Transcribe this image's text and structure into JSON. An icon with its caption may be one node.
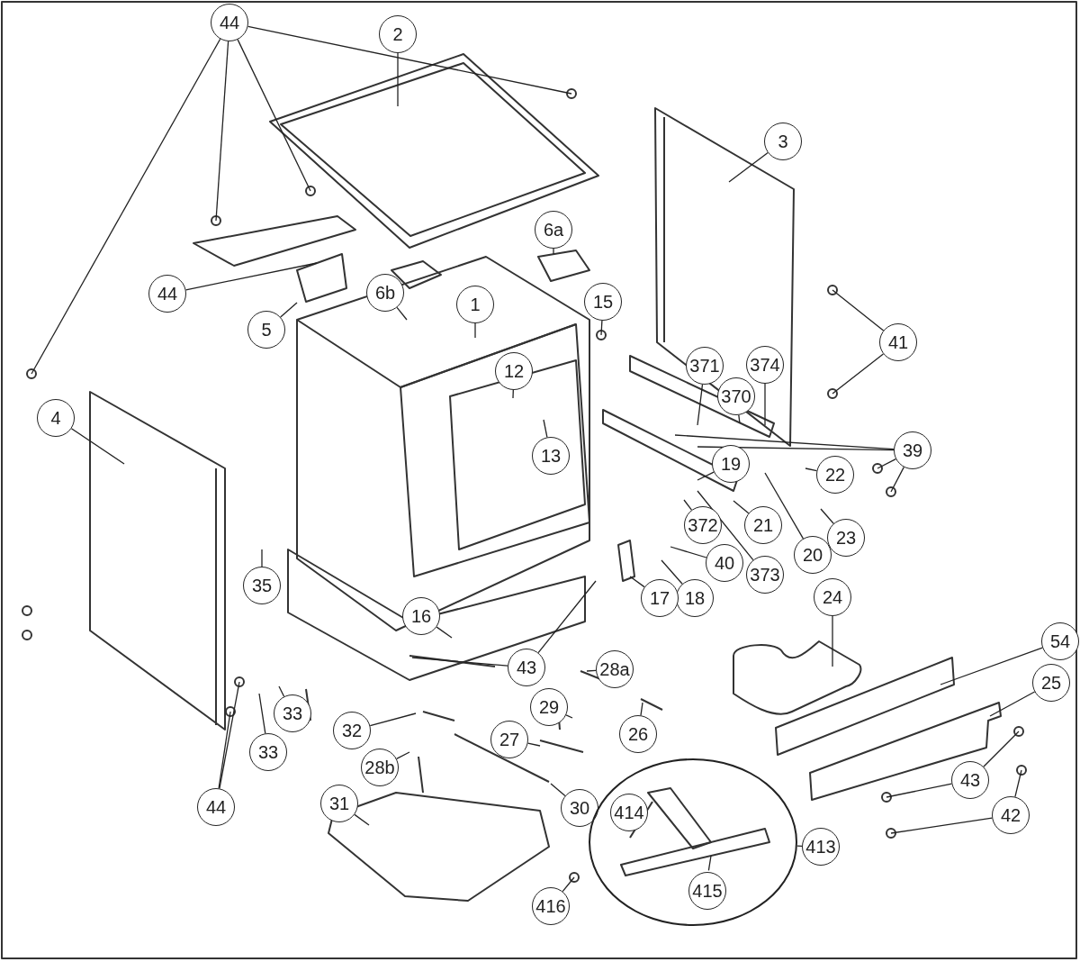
{
  "diagram": {
    "nodes": [
      {
        "text": [
          "44"
        ]
      },
      {
        "text": [
          "2"
        ]
      },
      {
        "text": [
          "3"
        ]
      },
      {
        "text": [
          "6a"
        ]
      },
      {
        "text": [
          "44"
        ]
      },
      {
        "text": [
          "5"
        ]
      },
      {
        "text": [
          "6b"
        ]
      },
      {
        "text": [
          "1"
        ]
      },
      {
        "text": [
          "15"
        ]
      },
      {
        "text": [
          "41"
        ]
      },
      {
        "text": [
          "4"
        ]
      },
      {
        "text": [
          "12"
        ]
      },
      {
        "text": [
          "371"
        ]
      },
      {
        "text": [
          "374"
        ]
      },
      {
        "text": [
          "370"
        ]
      },
      {
        "text": [
          "13"
        ]
      },
      {
        "text": [
          "39"
        ]
      },
      {
        "text": [
          "19"
        ]
      },
      {
        "text": [
          "22"
        ]
      },
      {
        "text": [
          "23"
        ]
      },
      {
        "text": [
          "20"
        ]
      },
      {
        "text": [
          "21"
        ]
      },
      {
        "text": [
          "372"
        ]
      },
      {
        "text": [
          "373"
        ]
      },
      {
        "text": [
          "40"
        ]
      },
      {
        "text": [
          "18"
        ]
      },
      {
        "text": [
          "17"
        ]
      },
      {
        "text": [
          "35"
        ]
      },
      {
        "text": [
          "16"
        ]
      },
      {
        "text": [
          "43"
        ]
      },
      {
        "text": [
          "24"
        ]
      },
      {
        "text": [
          "54"
        ]
      },
      {
        "text": [
          "28a"
        ]
      },
      {
        "text": [
          "25"
        ]
      },
      {
        "text": [
          "33"
        ]
      },
      {
        "text": [
          "32"
        ]
      },
      {
        "text": [
          "29"
        ]
      },
      {
        "text": [
          "26"
        ]
      },
      {
        "text": [
          "27"
        ]
      },
      {
        "text": [
          "33"
        ]
      },
      {
        "text": [
          "28b"
        ]
      },
      {
        "text": [
          "43"
        ]
      },
      {
        "text": [
          "44"
        ]
      },
      {
        "text": [
          "30"
        ]
      },
      {
        "text": [
          "31"
        ]
      },
      {
        "text": [],
        "shape": "circle"
      },
      {
        "text": [
          "414"
        ],
        "in": 45
      },
      {
        "text": [
          "413"
        ]
      },
      {
        "text": [
          "415"
        ],
        "in": 45
      },
      {
        "text": [
          "42"
        ]
      },
      {
        "text": [
          "416"
        ]
      }
    ],
    "edges": [
      {
        "from": 0,
        "to": null,
        "arrow": "none"
      },
      {
        "from": 0,
        "to": null,
        "arrow": "none"
      },
      {
        "from": 0,
        "to": null,
        "arrow": "none"
      },
      {
        "from": 0,
        "to": null,
        "arrow": "none"
      },
      {
        "from": 1,
        "to": null,
        "arrow": "none"
      },
      {
        "from": 2,
        "to": null,
        "arrow": "none"
      },
      {
        "from": 3,
        "to": null,
        "arrow": "none"
      },
      {
        "from": 4,
        "to": null,
        "arrow": "none"
      },
      {
        "from": 5,
        "to": null,
        "arrow": "none"
      },
      {
        "from": 6,
        "to": null,
        "arrow": "none"
      },
      {
        "from": 7,
        "to": null,
        "arrow": "none"
      },
      {
        "from": 8,
        "to": null,
        "arrow": "none"
      },
      {
        "from": 9,
        "to": null,
        "arrow": "none"
      },
      {
        "from": 9,
        "to": null,
        "arrow": "none"
      },
      {
        "from": 10,
        "to": null,
        "arrow": "none"
      },
      {
        "from": 11,
        "to": null,
        "arrow": "none"
      },
      {
        "from": 12,
        "to": null,
        "arrow": "none"
      },
      {
        "from": 13,
        "to": null,
        "arrow": "none"
      },
      {
        "from": 14,
        "to": null,
        "arrow": "none"
      },
      {
        "from": 15,
        "to": null,
        "arrow": "none"
      },
      {
        "from": 16,
        "to": null,
        "arrow": "none"
      },
      {
        "from": 16,
        "to": null,
        "arrow": "none"
      },
      {
        "from": 16,
        "to": null,
        "arrow": "none"
      },
      {
        "from": 16,
        "to": null,
        "arrow": "none"
      },
      {
        "from": 17,
        "to": null,
        "arrow": "none"
      },
      {
        "from": 18,
        "to": null,
        "arrow": "none"
      },
      {
        "from": 19,
        "to": null,
        "arrow": "none"
      },
      {
        "from": 20,
        "to": null,
        "arrow": "none"
      },
      {
        "from": 21,
        "to": null,
        "arrow": "none"
      },
      {
        "from": 22,
        "to": null,
        "arrow": "none"
      },
      {
        "from": 23,
        "to": null,
        "arrow": "none"
      },
      {
        "from": 24,
        "to": null,
        "arrow": "none"
      },
      {
        "from": 25,
        "to": null,
        "arrow": "none"
      },
      {
        "from": 26,
        "to": null,
        "arrow": "none"
      },
      {
        "from": 27,
        "to": null,
        "arrow": "none"
      },
      {
        "from": 28,
        "to": null,
        "arrow": "none"
      },
      {
        "from": 29,
        "to": null,
        "arrow": "none"
      },
      {
        "from": 29,
        "to": null,
        "arrow": "none"
      },
      {
        "from": 30,
        "to": null,
        "arrow": "none"
      },
      {
        "from": 31,
        "to": null,
        "arrow": "none"
      },
      {
        "from": 32,
        "to": null,
        "arrow": "none"
      },
      {
        "from": 33,
        "to": null,
        "arrow": "none"
      },
      {
        "from": 34,
        "to": null,
        "arrow": "none"
      },
      {
        "from": 35,
        "to": null,
        "arrow": "none"
      },
      {
        "from": 36,
        "to": null,
        "arrow": "none"
      },
      {
        "from": 37,
        "to": null,
        "arrow": "none"
      },
      {
        "from": 38,
        "to": null,
        "arrow": "none"
      },
      {
        "from": 39,
        "to": null,
        "arrow": "none"
      },
      {
        "from": 40,
        "to": null,
        "arrow": "none"
      },
      {
        "from": 41,
        "to": null,
        "arrow": "none"
      },
      {
        "from": 41,
        "to": null,
        "arrow": "none"
      },
      {
        "from": 42,
        "to": null,
        "arrow": "none"
      },
      {
        "from": 42,
        "to": null,
        "arrow": "none"
      },
      {
        "from": 43,
        "to": null,
        "arrow": "none"
      },
      {
        "from": 44,
        "to": null,
        "arrow": "none"
      },
      {
        "from": 46,
        "to": null,
        "arrow": "none"
      },
      {
        "from": 47,
        "to": 45,
        "arrow": "none"
      },
      {
        "from": 48,
        "to": null,
        "arrow": "none"
      },
      {
        "from": 49,
        "to": null,
        "arrow": "none"
      },
      {
        "from": 49,
        "to": null,
        "arrow": "none"
      },
      {
        "from": 50,
        "to": null,
        "arrow": "none"
      }
    ]
  }
}
